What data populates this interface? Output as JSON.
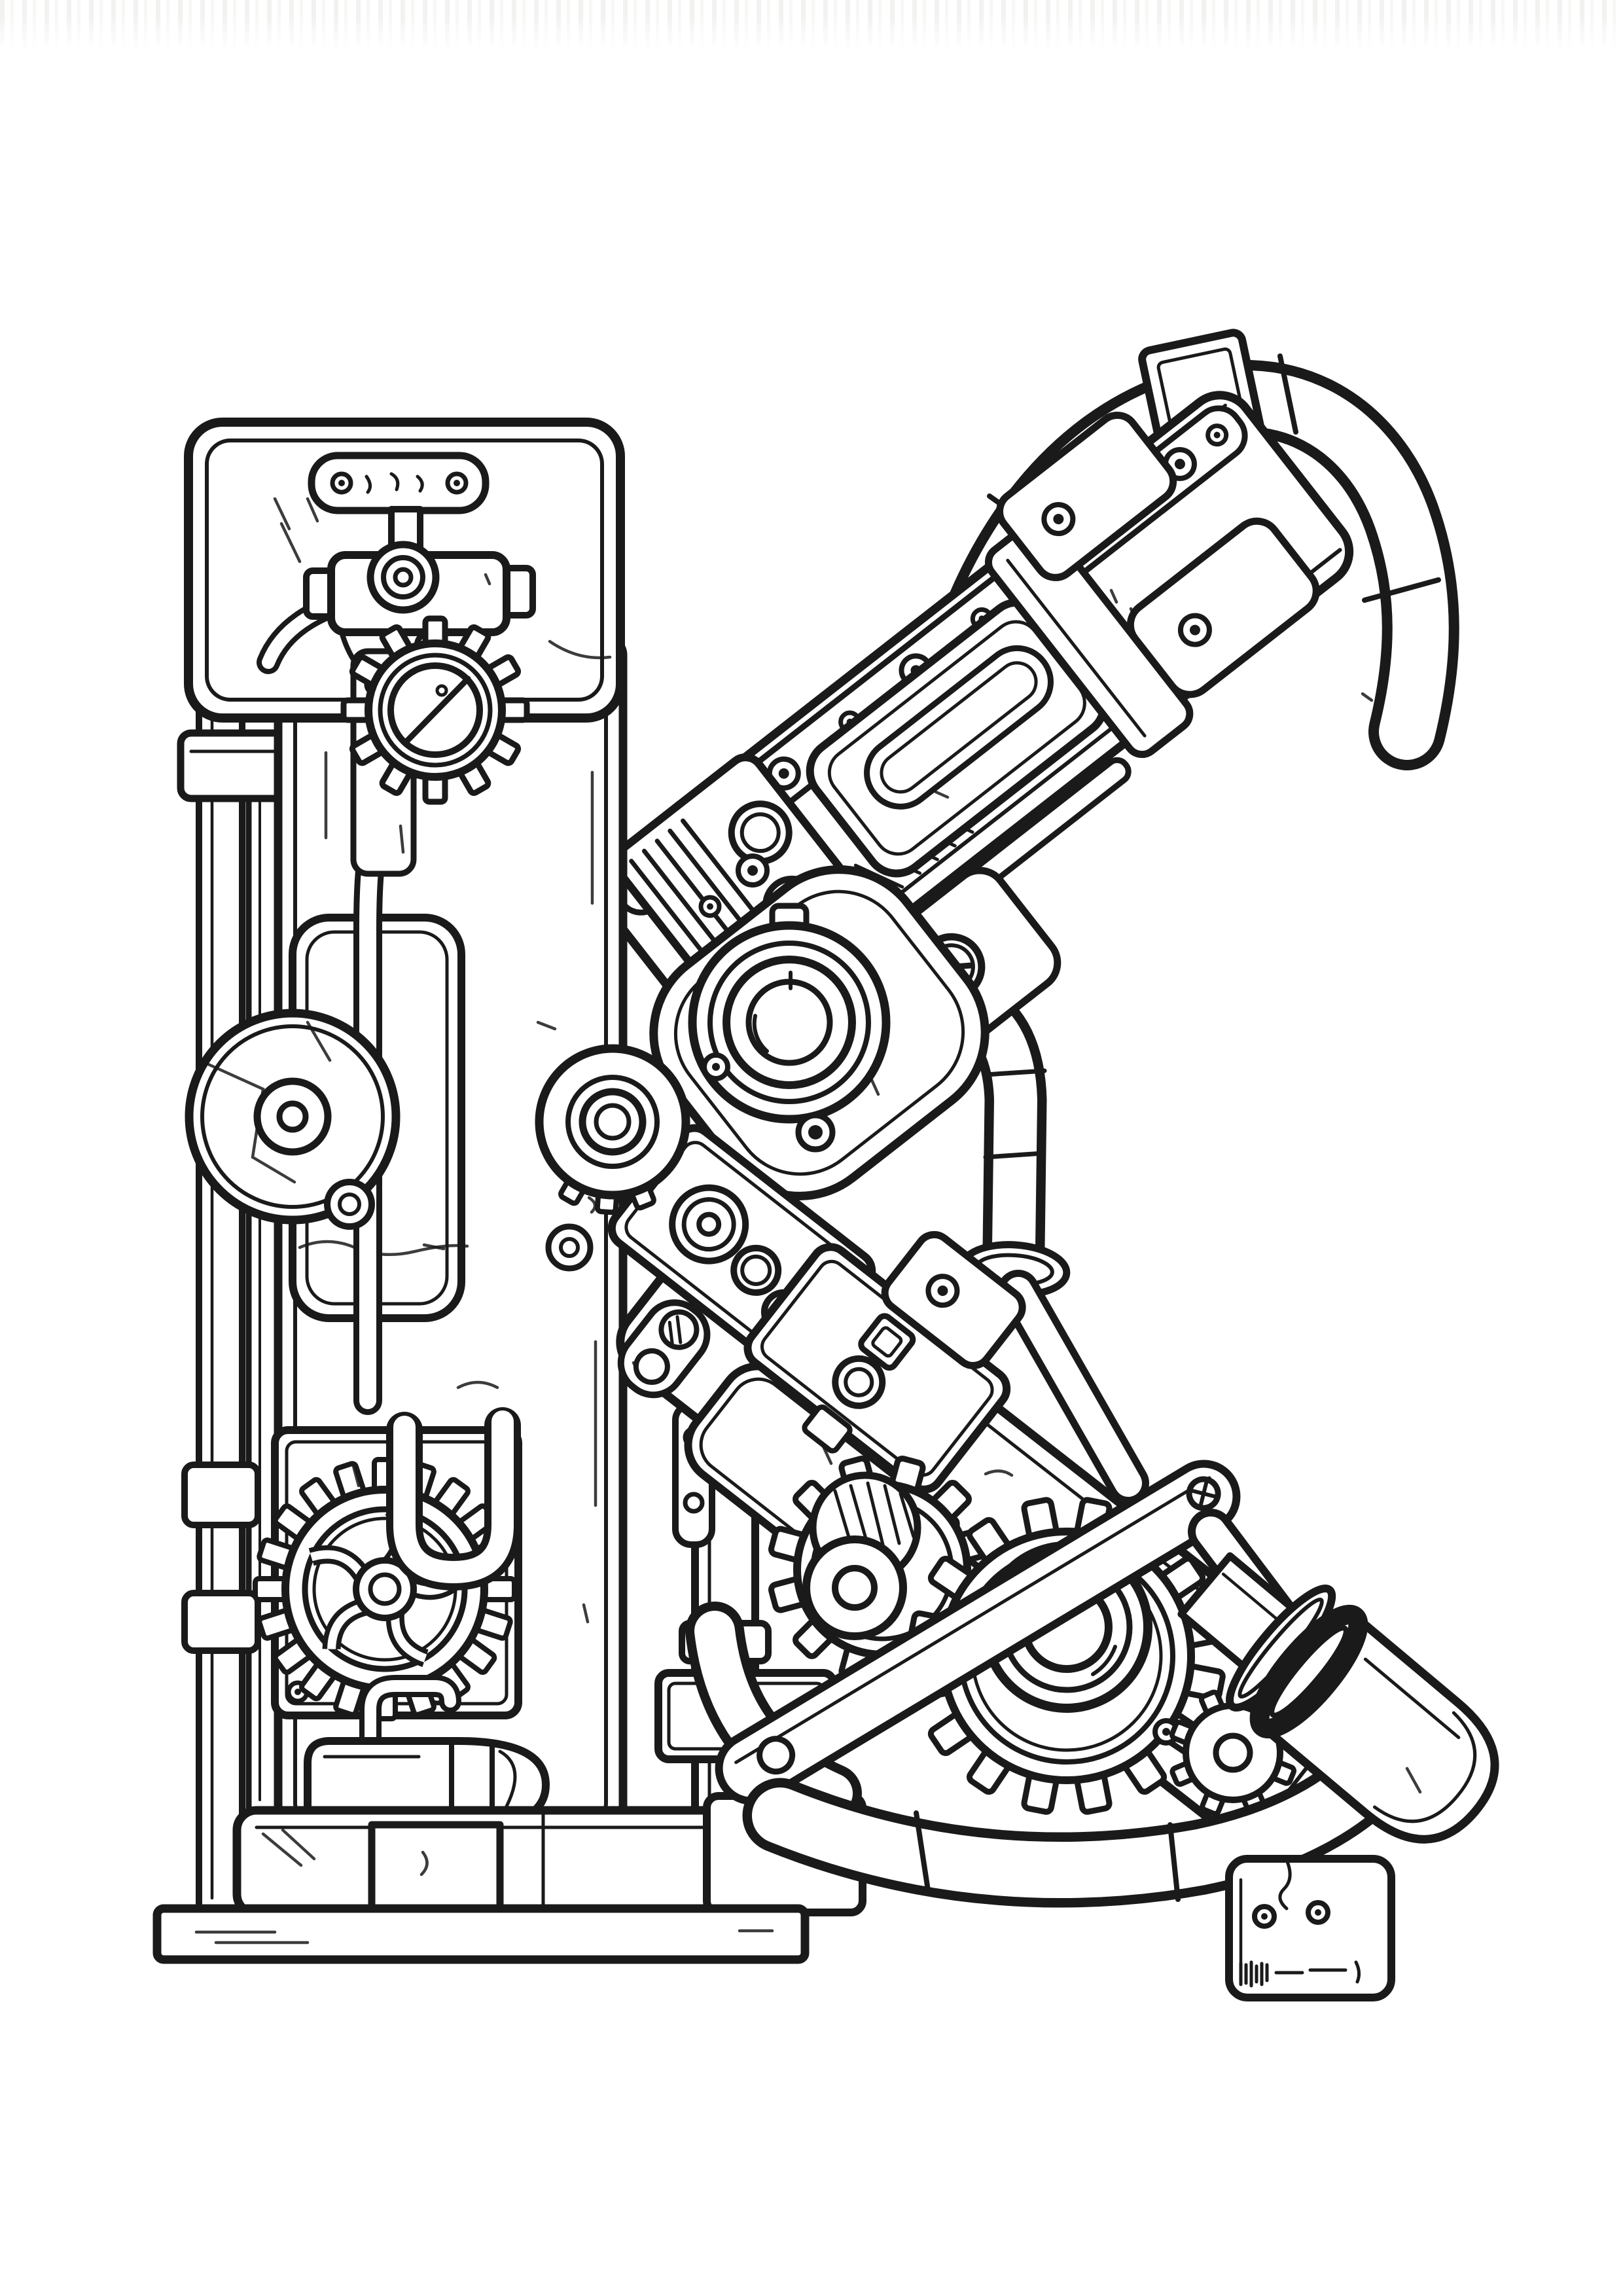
{
  "page": {
    "background_color": "#ffffff"
  },
  "illustration": {
    "letter": "K",
    "subject": "Steampunk mechanical letter K coloring page",
    "style": "black and white line art",
    "line_color": "#1a1a1a",
    "background_color": "#ffffff",
    "components": [
      "top cap plate",
      "riveted name bar",
      "valve clamp with bolt",
      "pressure dial gear",
      "twin supply pipes with collars",
      "flywheel disc",
      "boiler tank panel",
      "five-spoke gear on riveted plate",
      "u-hook pipe",
      "capsule tank with feed pipe",
      "right stand pipe with sleeve",
      "pedestal base and floor plates",
      "upper arm with rivet strap",
      "ribbed manifold block",
      "vent plate",
      "overhead u-pipe with coupling sleeve",
      "bolted pipe band",
      "bearing dial on mounting blob",
      "y-slot screw bracket",
      "knurled hub knob",
      "elbow pipe with collar ring",
      "piston cylinder",
      "button panels",
      "medium gear with pulley",
      "large ring gear with bearing",
      "small idler gear",
      "cross strap",
      "bottom pipe run",
      "exhaust tube with collar",
      "riveted nameplate"
    ]
  }
}
